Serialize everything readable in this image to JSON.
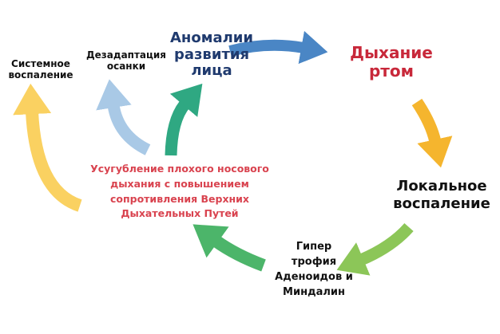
{
  "nodes": {
    "systemic_inflammation": [
      "Системное",
      "воспаление"
    ],
    "posture_maladaptation": [
      "Дезадаптация",
      "осанки"
    ],
    "facial_anomalies": [
      "Аномалии",
      "развития",
      "лица"
    ],
    "mouth_breathing": [
      "Дыхание",
      "ртом"
    ],
    "local_inflammation": [
      "Локальное",
      "воспаление"
    ],
    "hypertrophy": [
      "Гипер",
      "трофия",
      "Аденоидов и",
      "Миндалин"
    ],
    "worsening": [
      "Усугубление плохого носового",
      "дыхания с повышением",
      "сопротивления Верхних",
      "Дыхательных Путей"
    ]
  },
  "colors": {
    "navy": "#1f3a6e",
    "red": "#c8283a",
    "red_text": "#d9434f",
    "blue_arrow": "#4a86c5",
    "orange_arrow": "#f5b52e",
    "lightgreen_arrow": "#8cc658",
    "green_arrow": "#4cb56a",
    "yellow_arrow": "#fad161",
    "lightblue_arrow": "#a9c9e6",
    "teal_arrow": "#2fa882"
  }
}
